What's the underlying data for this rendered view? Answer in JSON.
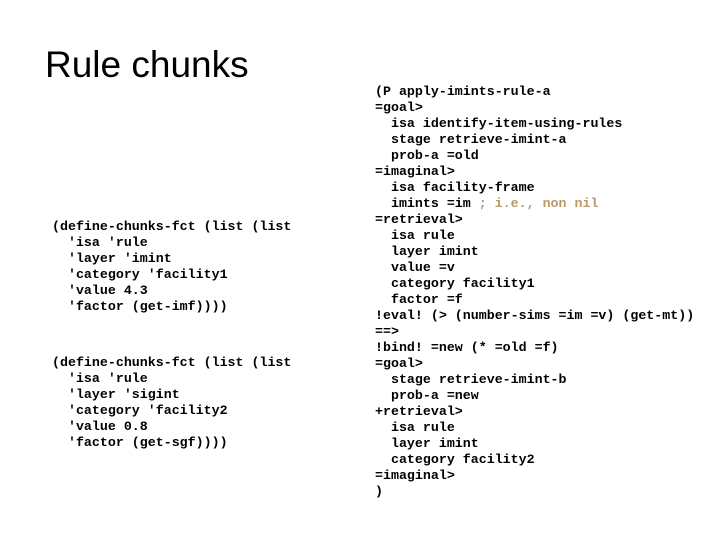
{
  "slide": {
    "title": "Rule chunks",
    "colors": {
      "text": "#000000",
      "comment": "#b8986a",
      "background": "#ffffff"
    },
    "chunk_1": [
      "(define-chunks-fct (list (list",
      "  'isa 'rule",
      "  'layer 'imint",
      "  'category 'facility1",
      "  'value 4.3",
      "  'factor (get-imf))))"
    ],
    "chunk_2": [
      "(define-chunks-fct (list (list",
      "  'isa 'rule",
      "  'layer 'sigint",
      "  'category 'facility2",
      "  'value 0.8",
      "  'factor (get-sgf))))"
    ],
    "production": {
      "lines_before_comment": [
        "(P apply-imints-rule-a",
        "=goal>",
        "  isa identify-item-using-rules",
        "  stage retrieve-imint-a",
        "  prob-a =old",
        "=imaginal>",
        "  isa facility-frame"
      ],
      "comment_line_code": "  imints =im ",
      "comment_line_comment": "; i.e., non nil",
      "lines_after_comment": [
        "=retrieval>",
        "  isa rule",
        "  layer imint",
        "  value =v",
        "  category facility1",
        "  factor =f",
        "!eval! (> (number-sims =im =v) (get-mt))",
        "==>",
        "!bind! =new (* =old =f)",
        "=goal>",
        "  stage retrieve-imint-b",
        "  prob-a =new",
        "+retrieval>",
        "  isa rule",
        "  layer imint",
        "  category facility2",
        "=imaginal>",
        ")"
      ]
    }
  }
}
